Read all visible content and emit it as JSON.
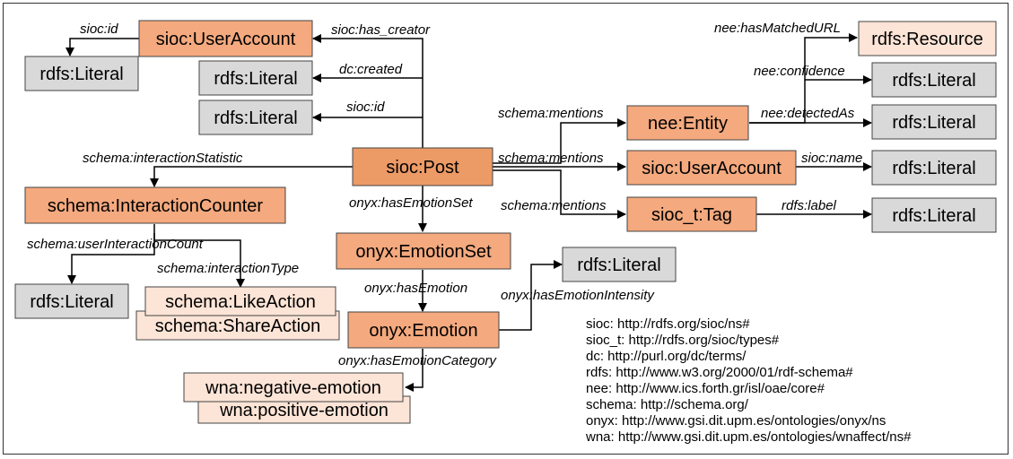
{
  "colors": {
    "main": "#f4a97e",
    "main_dark": "#ec9a66",
    "literal": "#d9d9d9",
    "light": "#fce4d6"
  },
  "nodes": {
    "user_account_top": "sioc:UserAccount",
    "literal_top_left": "rdfs:Literal",
    "literal_created": "rdfs:Literal",
    "literal_id": "rdfs:Literal",
    "post": "sioc:Post",
    "interaction_counter": "schema:InteractionCounter",
    "literal_count": "rdfs:Literal",
    "like_action": "schema:LikeAction",
    "share_action": "schema:ShareAction",
    "emotion_set": "onyx:EmotionSet",
    "emotion": "onyx:Emotion",
    "literal_intensity": "rdfs:Literal",
    "negative_emotion": "wna:negative-emotion",
    "positive_emotion": "wna:positive-emotion",
    "rdfs_resource": "rdfs:Resource",
    "literal_confidence": "rdfs:Literal",
    "nee_entity": "nee:Entity",
    "literal_detected": "rdfs:Literal",
    "user_account_right": "sioc:UserAccount",
    "literal_name": "rdfs:Literal",
    "tag": "sioc_t:Tag",
    "literal_label": "rdfs:Literal"
  },
  "edges": {
    "sioc_id_top": "sioc:id",
    "has_creator": "sioc:has_creator",
    "dc_created": "dc:created",
    "sioc_id": "sioc:id",
    "interaction_statistic": "schema:interactionStatistic",
    "user_interaction_count": "schema:userInteractionCount",
    "interaction_type": "schema:interactionType",
    "has_emotion_set": "onyx:hasEmotionSet",
    "has_emotion": "onyx:hasEmotion",
    "has_emotion_intensity": "onyx:hasEmotionIntensity",
    "has_emotion_category": "onyx:hasEmotionCategory",
    "mentions_1": "schema:mentions",
    "mentions_2": "schema:mentions",
    "mentions_3": "schema:mentions",
    "has_matched_url": "nee:hasMatchedURL",
    "confidence": "nee:confidence",
    "detected_as": "nee:detectedAs",
    "sioc_name": "sioc:name",
    "rdfs_label": "rdfs:label"
  },
  "prefixes": [
    "sioc: http://rdfs.org/sioc/ns#",
    "sioc_t: http://rdfs.org/sioc/types#",
    "dc: http://purl.org/dc/terms/",
    "rdfs: http://www.w3.org/2000/01/rdf-schema#",
    "nee: http://www.ics.forth.gr/isl/oae/core#",
    "schema: http://schema.org/",
    "onyx: http://www.gsi.dit.upm.es/ontologies/onyx/ns",
    "wna: http://www.gsi.dit.upm.es/ontologies/wnaffect/ns#"
  ]
}
